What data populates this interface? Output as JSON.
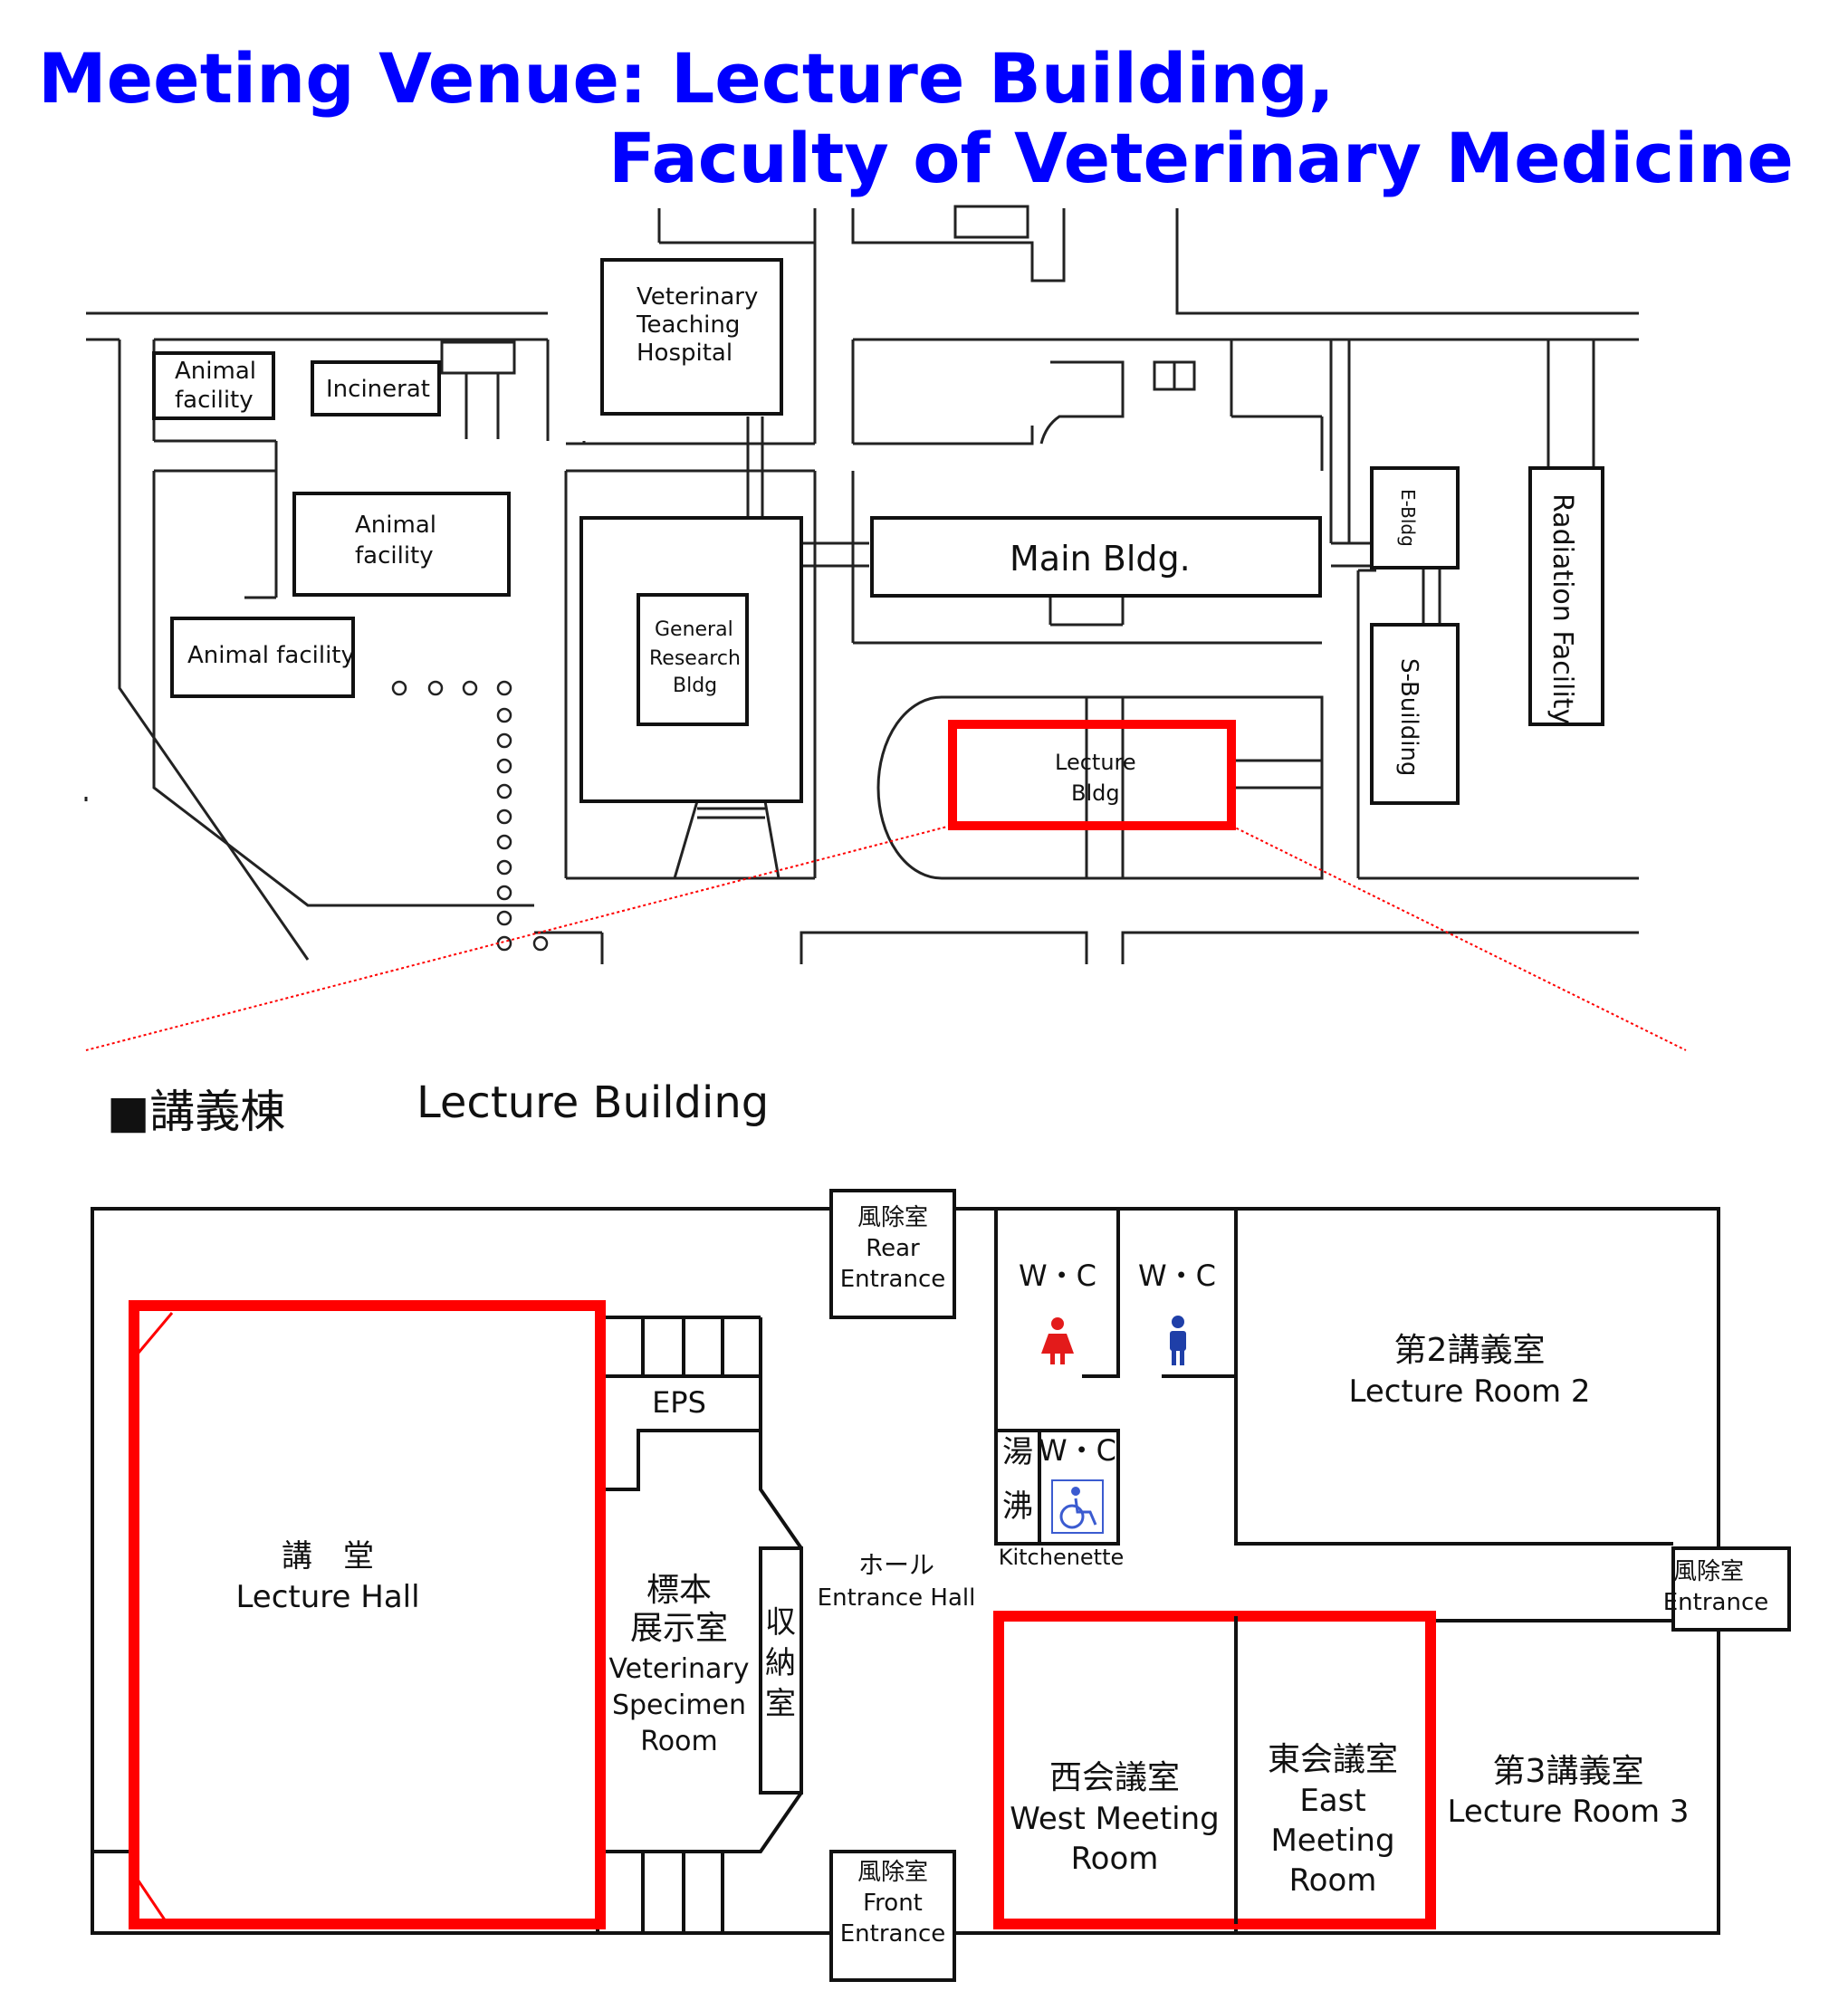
{
  "title": {
    "line1": "Meeting Venue: Lecture Building,",
    "line2": "Faculty of Veterinary Medicine"
  },
  "campus_map": {
    "vet_hospital": [
      "Veterinary",
      "Teaching",
      "Hospital"
    ],
    "animal_facility_1": [
      "Animal",
      "facility"
    ],
    "incinerator": "Incinerat",
    "animal_facility_2": [
      "Animal",
      "facility"
    ],
    "animal_facility_3": "Animal facility",
    "general_research": [
      "General",
      "Research",
      "Bldg"
    ],
    "main_bldg": "Main Bldg.",
    "lecture_bldg": [
      "Lecture",
      "Bldg"
    ],
    "e_bldg": "E-Bldg",
    "s_building": "S-Building",
    "radiation_facility": "Radiation Facility"
  },
  "section_heading": {
    "symbol": "■講義棟",
    "english": "Lecture Building"
  },
  "floor_plan": {
    "rear_entrance": [
      "風除室",
      "Rear",
      "Entrance"
    ],
    "front_entrance": [
      "風除室",
      "Front",
      "Entrance"
    ],
    "side_entrance": [
      "風除室",
      "Entrance"
    ],
    "wc_female": "W・C",
    "wc_male": "W・C",
    "wc_accessible": "W・C",
    "kitchenette_jp": [
      "湯",
      "沸"
    ],
    "kitchenette": "Kitchenette",
    "eps": "EPS",
    "lecture_hall": [
      "講　堂",
      "Lecture Hall"
    ],
    "specimen_room": [
      "標本",
      "展示室",
      "Veterinary",
      "Specimen",
      "Room"
    ],
    "storage": [
      "収",
      "納",
      "室"
    ],
    "entrance_hall": [
      "ホール",
      "Entrance Hall"
    ],
    "lecture_room_2": [
      "第2講義室",
      "Lecture Room 2"
    ],
    "lecture_room_3": [
      "第3講義室",
      "Lecture Room 3"
    ],
    "west_meeting": [
      "西会議室",
      "West Meeting",
      "Room"
    ],
    "east_meeting": [
      "東会議室",
      "East",
      "Meeting",
      "Room"
    ]
  },
  "colors": {
    "title": "#0000ff",
    "highlight": "#ff0000",
    "female": "#e31b1b",
    "male": "#1f3fa8"
  },
  "icons": [
    "female-restroom-icon",
    "male-restroom-icon",
    "wheelchair-icon",
    "circle-marker-icon"
  ]
}
